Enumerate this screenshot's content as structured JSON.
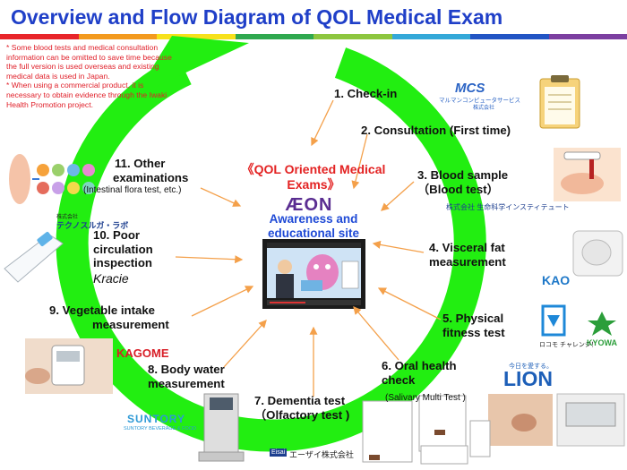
{
  "title": "Overview and Flow Diagram of QOL Medical Exam",
  "notes": [
    "* Some blood tests and medical consultation information  can be omitted to save time because the full version is used overseas and existing medical data is used in Japan.",
    "* When using a commercial product,  it is necessary to obtain evidence  through the Iwaki Health Promotion project."
  ],
  "center": {
    "title_line1": "《QOL Oriented Medical",
    "title_line2": "Exams》",
    "aeon_logo": "ÆON",
    "subtitle_line1": "Awareness and",
    "subtitle_line2": "educational site"
  },
  "steps": [
    {
      "id": "1",
      "line1": "1. Check-in"
    },
    {
      "id": "2",
      "line1": "2. Consultation (First time)"
    },
    {
      "id": "3",
      "line1": "3. Blood sample",
      "line2": "（Blood test）"
    },
    {
      "id": "4",
      "line1": "4. Visceral fat",
      "line2": "measurement"
    },
    {
      "id": "5",
      "line1": "5. Physical",
      "line2": "fitness test"
    },
    {
      "id": "6",
      "line1": "6. Oral health",
      "line2": "check",
      "sub": "(Salivary Multi Test )"
    },
    {
      "id": "7",
      "line1": "7. Dementia test",
      "line2": "（Olfactory test )"
    },
    {
      "id": "8",
      "line1": "8. Body water",
      "line2": "measurement"
    },
    {
      "id": "9",
      "line1": "9. Vegetable intake",
      "line2": "measurement"
    },
    {
      "id": "10",
      "line1": "10. Poor",
      "line2": "circulation",
      "line3": "inspection"
    },
    {
      "id": "11",
      "line1": "11. Other",
      "line2": "examinations",
      "sub": "(Intestinal flora test, etc.)"
    }
  ],
  "logos": {
    "mcs": "MCS",
    "mcs_sub": "マルマンコンピュータサービス",
    "mcs_sub2": "株式会社",
    "ils": "株式会社 生命科学インスティテュート",
    "kao": "KAO",
    "kyowa": "KYOWA",
    "locomo": "ロコモ チャレンジ！",
    "lion_tag": "今日を愛する。",
    "lion": "LION",
    "eisai": "Eisai",
    "eisai_jp": "エーザイ株式会社",
    "suntory": "SUNTORY",
    "suntory_sub": "SUNTORY BEVERAGE & FOOD",
    "kagome": "KAGOME",
    "kracie": "Kracie",
    "technosuruga_small": "株式会社",
    "technosuruga": "テクノスルガ・ラボ"
  },
  "colors": {
    "title": "#1f3fc8",
    "note": "#e0202a",
    "arrow": "#22ee11",
    "pointer": "#f4a04a",
    "center_title": "#e32222",
    "awareness": "#1f4ad6",
    "rainbow": [
      "#e8252a",
      "#f39a1e",
      "#f7e11b",
      "#2fa84f",
      "#8dc63f",
      "#34a8d8",
      "#2255c4",
      "#7c3fa0"
    ]
  }
}
